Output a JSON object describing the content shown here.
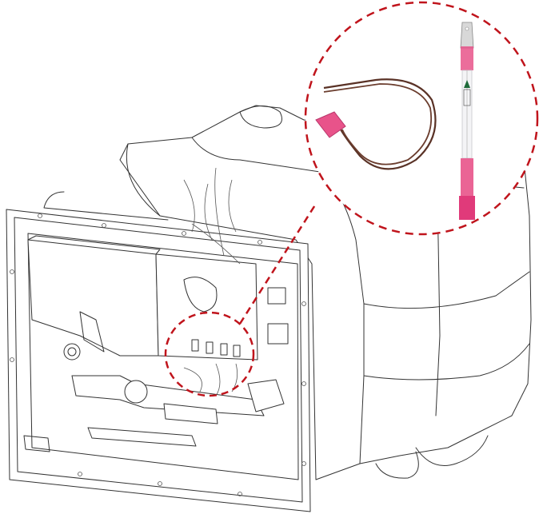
{
  "illustration": {
    "subject": "water-heater-line-drawing",
    "callout_style": "dashed-circle",
    "colors": {
      "callout": "#c0141c",
      "wire": "#5a3226",
      "terminal": "#e8538a",
      "line_art": "#333333",
      "background": "#ffffff"
    },
    "parts": [
      "thermal-cutoff-fuse",
      "wire-with-terminal"
    ]
  }
}
